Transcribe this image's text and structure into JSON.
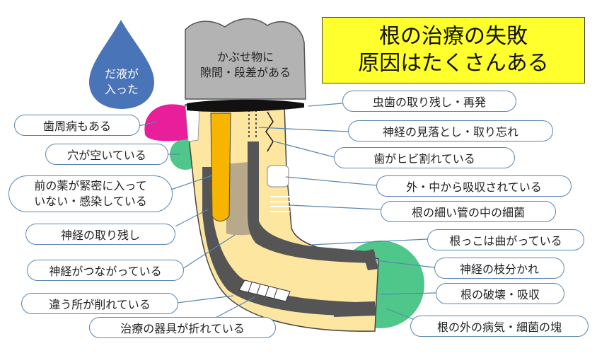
{
  "title": {
    "line1": "根の治療の失敗",
    "line2": "原因はたくさんある"
  },
  "drop": {
    "line1": "だ液が",
    "line2": "入った"
  },
  "crown": {
    "line1": "かぶせ物に",
    "line2": "隙間・段差がある"
  },
  "labels_left": {
    "periodontal": "歯周病もある",
    "perforation": "穴が空いている",
    "prev_medicine_1": "前の薬が緊密に入って",
    "prev_medicine_2": "いない・感染している",
    "remaining_nerve": "神経の取り残し",
    "connected_nerve": "神経がつながっている",
    "wrong_cut": "違う所が削れている",
    "broken_instrument": "治療の器具が折れている"
  },
  "labels_right": {
    "caries": "虫歯の取り残し・再発",
    "missed_nerve": "神経の見落とし・取り忘れ",
    "crack": "歯がヒビ割れている",
    "resorption": "外・中から吸収されている",
    "bacteria_tubules": "根の細い管の中の細菌",
    "curved_root": "根っこは曲がっている",
    "nerve_branch": "神経の枝分かれ",
    "root_destruction": "根の破壊・吸収",
    "lesion": "根の外の病気・細菌の塊"
  },
  "colors": {
    "title_bg": "#ffff2e",
    "drop": "#4a74b8",
    "crown": "#b3b3b3",
    "tooth": "#fce6a0",
    "canal": "#555555",
    "filling": "#f7b500",
    "gum_pink": "#e81e9a",
    "lesion_green": "#4fc78a",
    "bubble_border": "#5b86b0"
  }
}
